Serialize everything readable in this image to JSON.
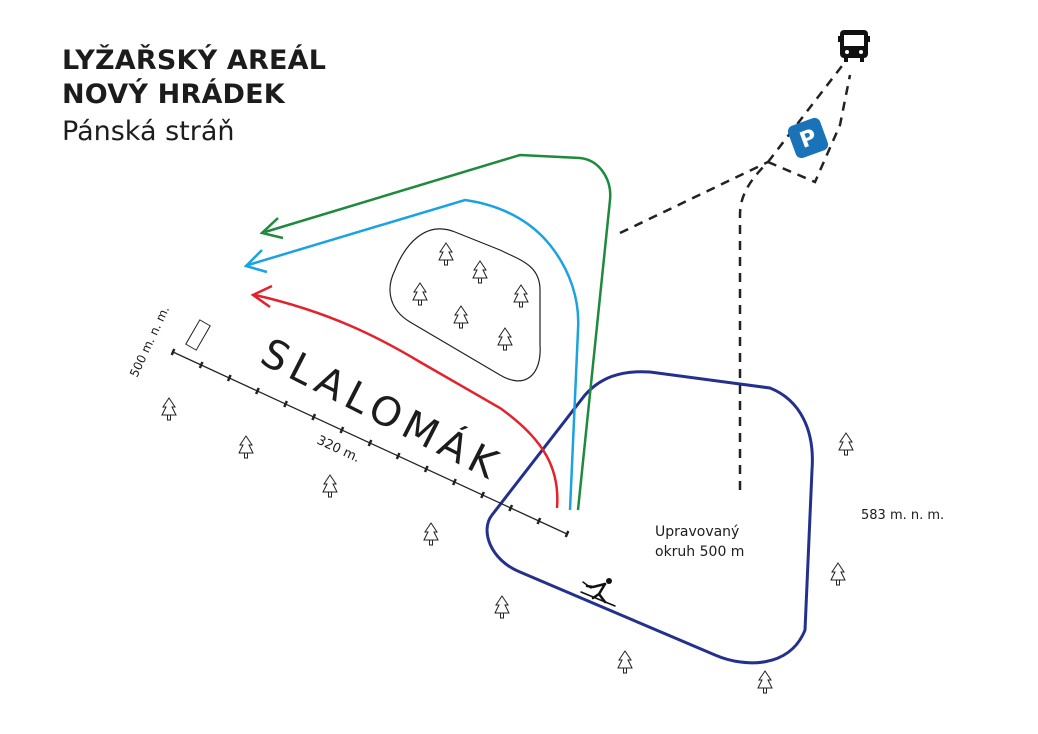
{
  "title": {
    "line1": "LYŽAŘSKÝ AREÁL",
    "line2": "NOVÝ HRÁDEK",
    "subtitle": "Pánská stráň"
  },
  "labels": {
    "slope_name": "SLALOMÁK",
    "slope_length": "320 m.",
    "bottom_altitude": "500 m. n. m.",
    "top_altitude": "583 m. n. m.",
    "loop_line1": "Upravovaný",
    "loop_line2": "okruh 500 m",
    "parking": "P"
  },
  "colors": {
    "green_run": "#1e8a3c",
    "blue_run": "#1aa3e0",
    "red_run": "#e3222b",
    "loop": "#23318c",
    "parking": "#1a73b8"
  },
  "icons": [
    "bus-icon",
    "parking-icon",
    "skier-icon",
    "tree-icon"
  ]
}
